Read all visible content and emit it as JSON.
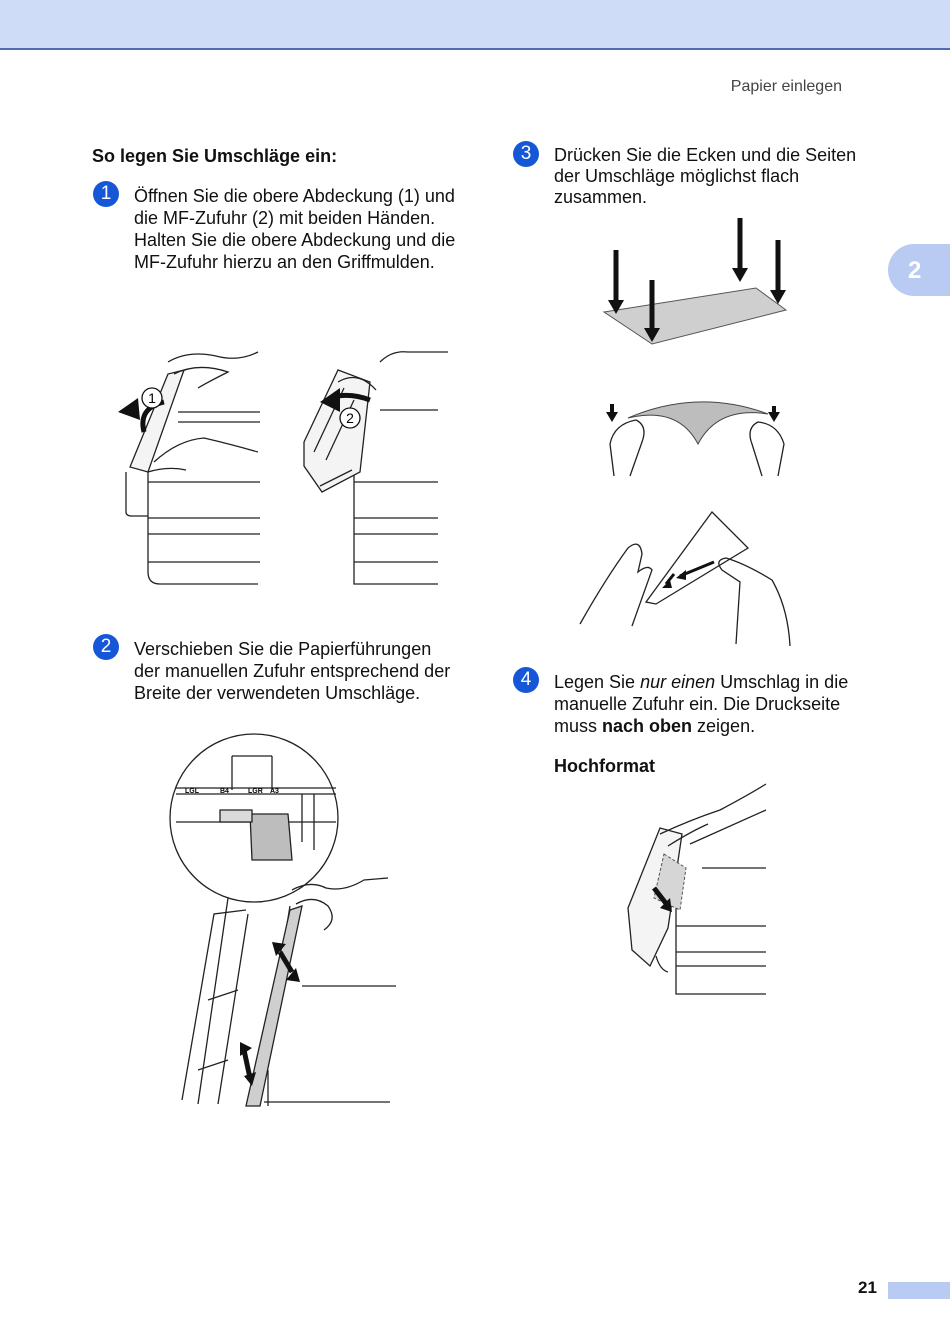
{
  "header": {
    "section_title": "Papier einlegen"
  },
  "chapter_tab": {
    "number": "2"
  },
  "left": {
    "heading": "So legen Sie Umschläge ein:",
    "step1": {
      "number": "1",
      "lines": [
        "Öffnen Sie die obere Abdeckung (1) und",
        "die MF-Zufuhr (2) mit beiden Händen.",
        "Halten Sie die obere Abdeckung und die",
        "MF-Zufuhr hierzu an den Griffmulden."
      ]
    },
    "fig1": {
      "callout_1": "1",
      "callout_2": "2"
    },
    "step2": {
      "number": "2",
      "lines": [
        "Verschieben Sie die Papierführungen",
        "der manuellen Zufuhr entsprechend der",
        "Breite der verwendeten Umschläge."
      ]
    },
    "fig2": {
      "scale_labels": [
        "LGL",
        "B4",
        "LGR",
        "A3"
      ]
    }
  },
  "right": {
    "step3": {
      "number": "3",
      "lines": [
        "Drücken Sie die Ecken und die Seiten",
        "der Umschläge möglichst flach",
        "zusammen."
      ]
    },
    "step4": {
      "number": "4",
      "line1_a": "Legen Sie ",
      "line1_em": "nur einen",
      "line1_b": " Umschlag in die",
      "line2": "manuelle Zufuhr ein. Die Druckseite",
      "line3_a": "muss ",
      "line3_strong": "nach oben",
      "line3_b": " zeigen."
    },
    "subheading": "Hochformat"
  },
  "footer": {
    "page_number": "21"
  }
}
